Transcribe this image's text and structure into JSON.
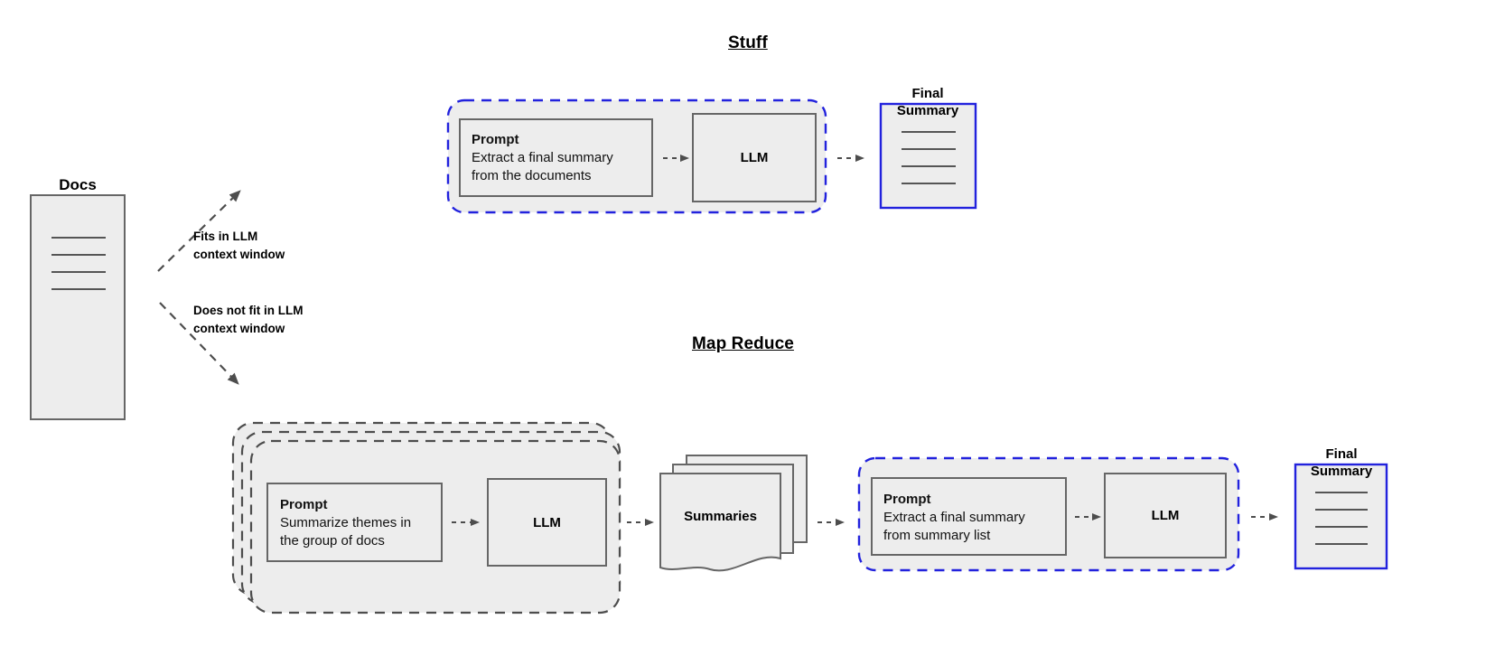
{
  "diagram": {
    "title_stuff": "Stuff",
    "title_map_reduce": "Map Reduce",
    "docs_label": "Docs",
    "edge_fits": "Fits in LLM\ncontext window",
    "edge_not_fits": "Does not fit in LLM\ncontext window",
    "final_summary_top": "Final\nSummary",
    "final_summary_bottom": "Final\nSummary",
    "summaries_label": "Summaries",
    "llm_label": "LLM"
  },
  "stuff_chain": {
    "prompt": {
      "heading": "Prompt",
      "body": "Extract a final summary\nfrom the documents"
    },
    "llm": "LLM"
  },
  "map_step": {
    "prompt": {
      "heading": "Prompt",
      "body": "Summarize themes in\nthe group of docs"
    },
    "llm": "LLM",
    "stack_count": 3
  },
  "reduce_step": {
    "prompt": {
      "heading": "Prompt",
      "body": "Extract a final summary\nfrom summary list"
    },
    "llm": "LLM"
  },
  "colors": {
    "blue_dashed": "#2222dd",
    "gray_fill": "#ededed",
    "gray_stroke": "#666666",
    "dark_stroke": "#4d4d4d",
    "arrow_fill": "#4d4d4d",
    "line_rule": "#555555",
    "white": "#ffffff"
  }
}
